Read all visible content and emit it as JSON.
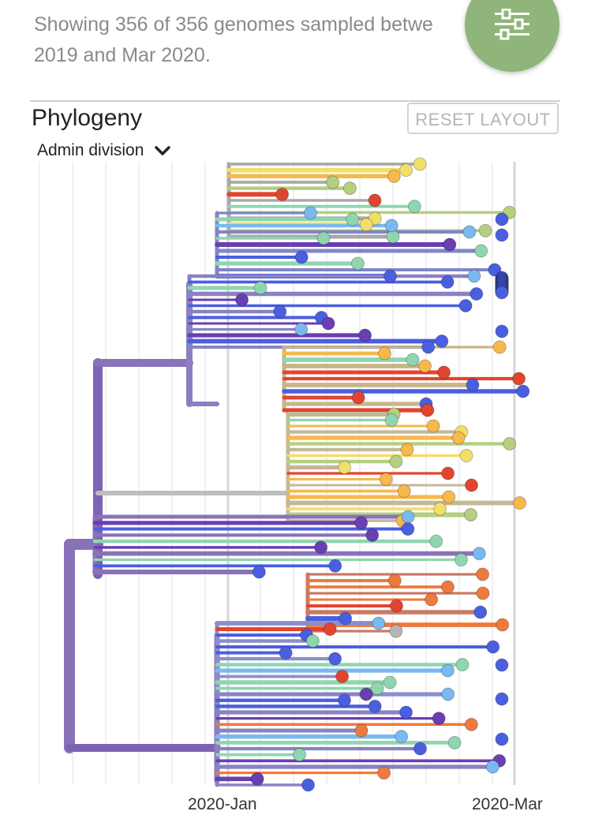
{
  "header": {
    "summary": "Showing 356 of 356 genomes sampled betwe 2019 and Mar 2020."
  },
  "controls": {
    "filter_icon": "sliders-icon",
    "accent": "#8fb57a"
  },
  "panel": {
    "title": "Phylogeny",
    "reset_label": "RESET LAYOUT",
    "color_by": "Admin division",
    "dropdown_icon": "chevron-down-icon"
  },
  "axis": {
    "ticks": [
      {
        "label": "2020-Jan"
      },
      {
        "label": "2020-Mar"
      }
    ]
  },
  "legend_palette": [
    "#6a3fb1",
    "#4a5fe0",
    "#7ab9f0",
    "#8fd6b0",
    "#b4cf7f",
    "#f2df6a",
    "#f7b84c",
    "#ee7a3d",
    "#e2452f",
    "#b5b5b5"
  ]
}
